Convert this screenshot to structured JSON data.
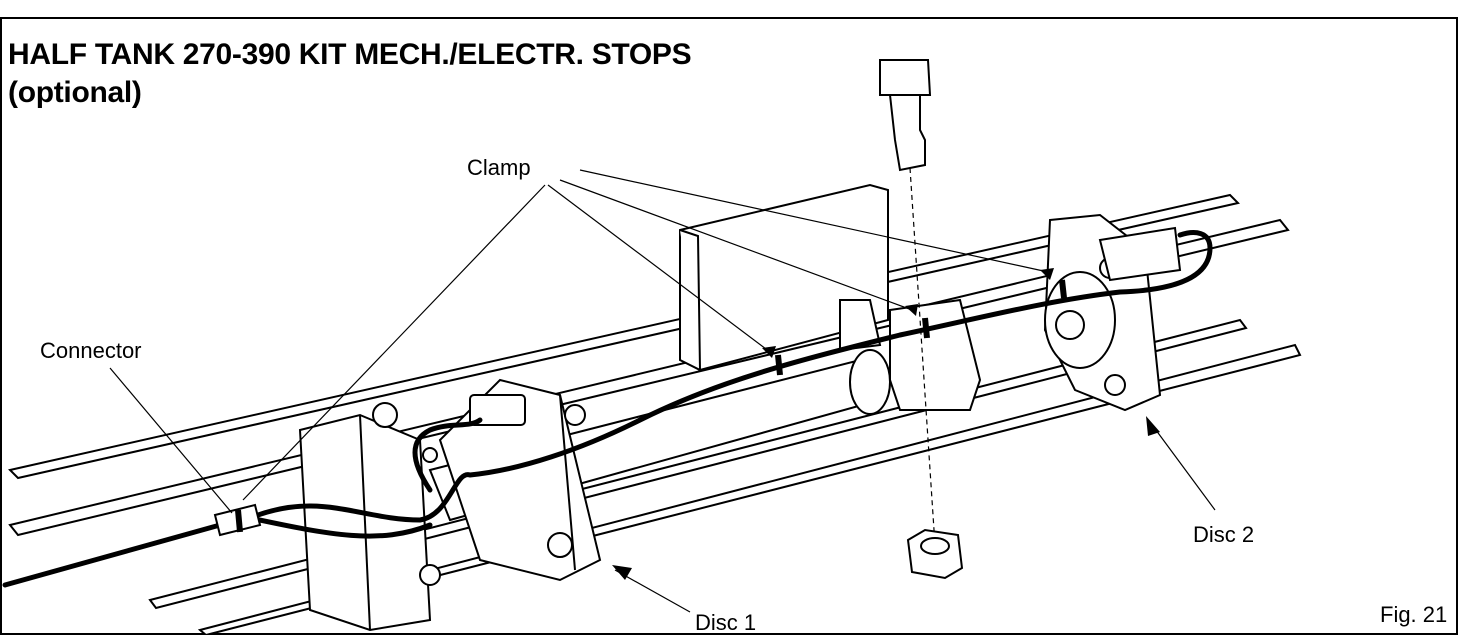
{
  "title": {
    "line1": "HALF TANK 270-390 KIT MECH./ELECTR. STOPS",
    "line2": "(optional)"
  },
  "labels": {
    "clamp": "Clamp",
    "connector": "Connector",
    "disc1": "Disc 1",
    "disc2": "Disc 2",
    "fig": "Fig. 21"
  }
}
